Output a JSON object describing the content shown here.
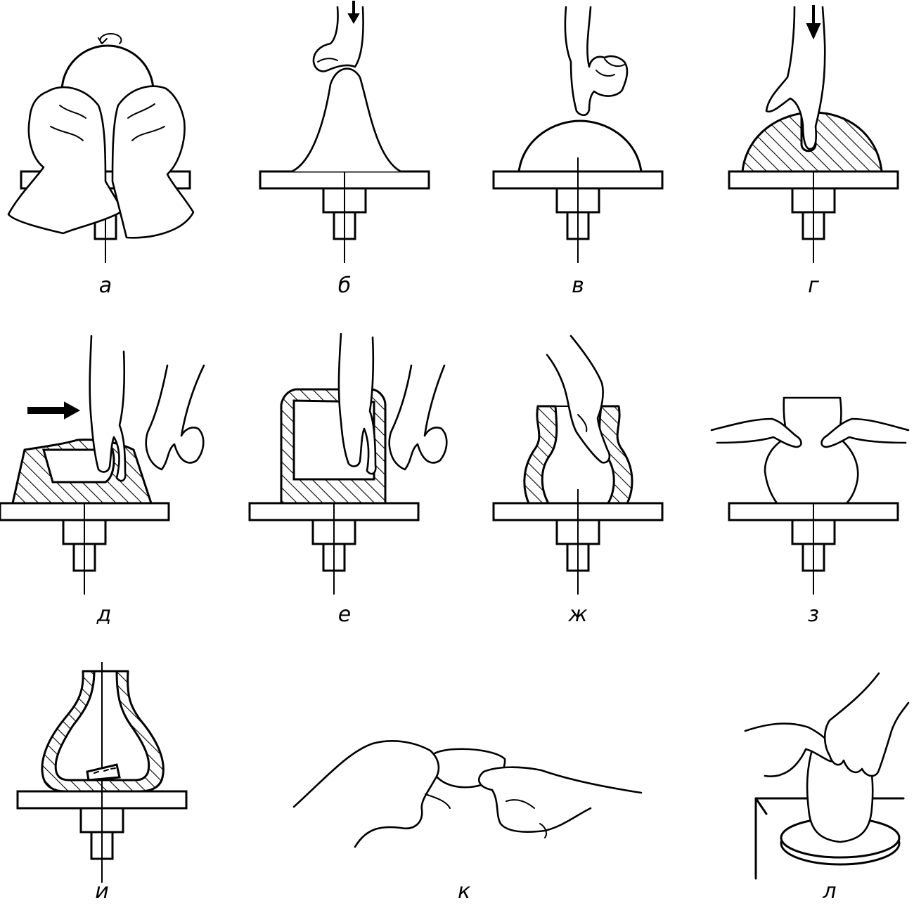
{
  "figure": {
    "panels": [
      {
        "id": "a",
        "label": "а"
      },
      {
        "id": "b",
        "label": "б"
      },
      {
        "id": "v",
        "label": "в"
      },
      {
        "id": "g",
        "label": "г"
      },
      {
        "id": "d",
        "label": "д"
      },
      {
        "id": "e",
        "label": "е"
      },
      {
        "id": "zh",
        "label": "ж"
      },
      {
        "id": "z",
        "label": "з"
      },
      {
        "id": "i",
        "label": "и"
      },
      {
        "id": "k",
        "label": "к"
      },
      {
        "id": "l",
        "label": "л"
      }
    ]
  },
  "colors": {
    "line": "#000000",
    "background": "#ffffff"
  }
}
